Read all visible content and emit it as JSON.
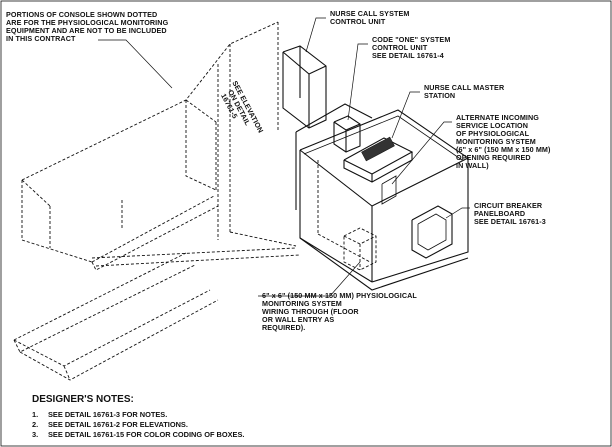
{
  "labels": {
    "dotted_note": [
      "PORTIONS OF CONSOLE SHOWN DOTTED",
      "ARE FOR THE PHYSIOLOGICAL MONITORING",
      "EQUIPMENT AND ARE NOT TO BE INCLUDED",
      "IN THIS CONTRACT"
    ],
    "nurse_call_unit": [
      "NURSE CALL SYSTEM",
      "CONTROL UNIT"
    ],
    "code_one": [
      "CODE \"ONE\" SYSTEM",
      "CONTROL UNIT",
      "SEE DETAIL 16761-4"
    ],
    "master_station": [
      "NURSE CALL MASTER",
      "STATION"
    ],
    "alternate": [
      "ALTERNATE INCOMING",
      "SERVICE LOCATION",
      "OF PHYSIOLOGICAL",
      "MONITORING SYSTEM",
      "(6\" x 6\" (150 MM x 150 MM)",
      "OPENING REQUIRED",
      "IN WALL)"
    ],
    "see_elevation": [
      "SEE ELEVATION",
      "ON DETAIL",
      "16761-5"
    ],
    "breaker": [
      "CIRCUIT BREAKER",
      "PANELBOARD",
      "SEE DETAIL 16761-3"
    ],
    "wiring": [
      "6\" x 6\" (150 MM x 150 MM) PHYSIOLOGICAL",
      "MONITORING SYSTEM",
      "WIRING THROUGH (FLOOR",
      "OR WALL ENTRY AS",
      "REQUIRED)."
    ]
  },
  "notes": {
    "title": "DESIGNER'S NOTES:",
    "items": [
      {
        "num": "1.",
        "text": "SEE DETAIL 16761-3 FOR NOTES."
      },
      {
        "num": "2.",
        "text": "SEE DETAIL 16761-2 FOR ELEVATIONS."
      },
      {
        "num": "3.",
        "text": "SEE DETAIL 16761-15 FOR COLOR CODING OF BOXES."
      }
    ]
  }
}
